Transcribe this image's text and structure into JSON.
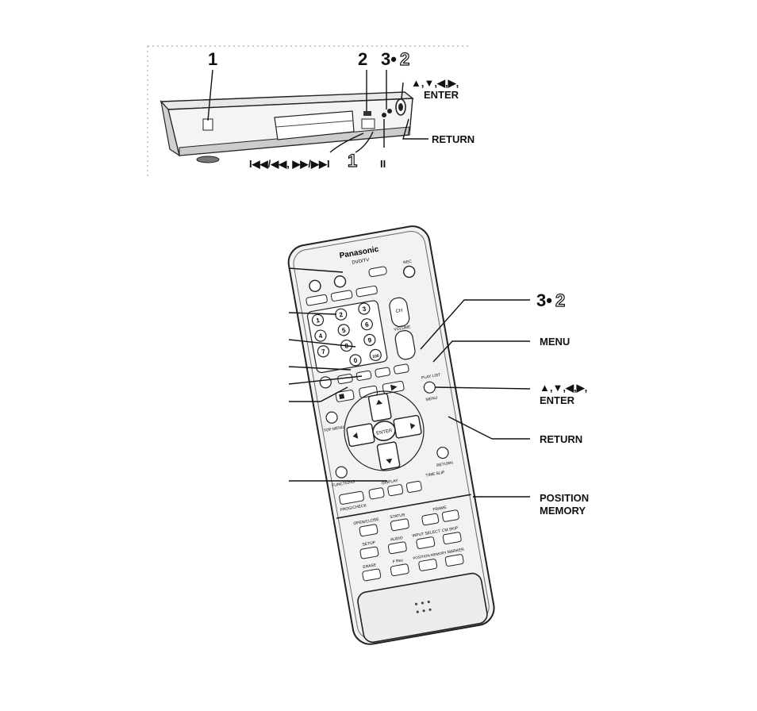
{
  "deck_labels": {
    "step1_top": "1",
    "step2_top": "2",
    "step3_prefix": "3•",
    "step3_alt": "2",
    "arrows_enter_line1": "▲,▼,◀,▶,",
    "arrows_enter_line2": "ENTER",
    "return": "RETURN",
    "skip_search": "I◀◀/◀◀, ▶▶/▶▶I",
    "step1_alt": "1",
    "pause": "II"
  },
  "remote_labels": {
    "step3_prefix": "3•",
    "step3_alt": "2",
    "menu": "MENU",
    "arrows_enter_line1": "▲,▼,◀,▶,",
    "arrows_enter_line2": "ENTER",
    "return": "RETURN",
    "position_memory_line1": "POSITION",
    "position_memory_line2": "MEMORY"
  },
  "remote_text": {
    "brand": "Panasonic",
    "model": "DVD/TV",
    "enter": "ENTER",
    "play_list": "PLAY LIST",
    "menu": "MENU",
    "top_menu": "TOP MENU",
    "return": "RETURN",
    "functions": "FUNCTIONS",
    "display": "DISPLAY",
    "time_slip": "TIME SLIP",
    "prog_check": "PROG/CHECK",
    "open_close": "OPEN/CLOSE",
    "status": "STATUS",
    "frame": "FRAME",
    "setup": "SETUP",
    "audio": "AUDIO",
    "input_select": "INPUT SELECT",
    "cm_skip": "CM SKIP",
    "erase": "ERASE",
    "f_rec": "F Rec",
    "position_memory": "POSITION MEMORY",
    "marker": "MARKER",
    "rec": "REC",
    "volume": "VOLUME",
    "ch": "CH",
    "digits": [
      "1",
      "2",
      "3",
      "4",
      "5",
      "6",
      "7",
      "8",
      "9",
      "0",
      "100"
    ]
  }
}
